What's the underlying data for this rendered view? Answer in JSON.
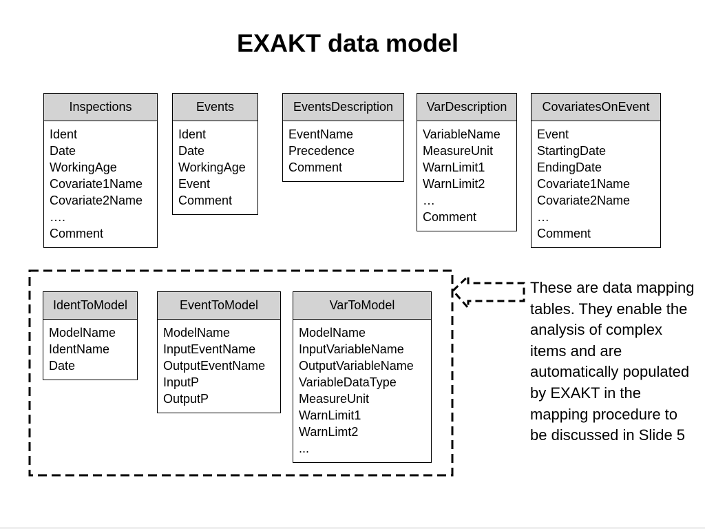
{
  "title": "EXAKT data model",
  "tables": [
    {
      "id": "inspections",
      "name": "Inspections",
      "fields": [
        "Ident",
        "Date",
        "WorkingAge",
        "Covariate1Name",
        "Covariate2Name",
        "….",
        "Comment"
      ]
    },
    {
      "id": "events",
      "name": "Events",
      "fields": [
        "Ident",
        "Date",
        "WorkingAge",
        "Event",
        "Comment"
      ]
    },
    {
      "id": "eventsdescription",
      "name": "EventsDescription",
      "fields": [
        "EventName",
        "Precedence",
        "Comment"
      ]
    },
    {
      "id": "vardescription",
      "name": "VarDescription",
      "fields": [
        "VariableName",
        "MeasureUnit",
        "WarnLimit1",
        "WarnLimit2",
        "…",
        "Comment"
      ]
    },
    {
      "id": "covariatesonevent",
      "name": "CovariatesOnEvent",
      "fields": [
        "Event",
        "StartingDate",
        "EndingDate",
        "Covariate1Name",
        "Covariate2Name",
        "…",
        "Comment"
      ]
    }
  ],
  "mapping_tables": [
    {
      "id": "identtomodel",
      "name": "IdentToModel",
      "fields": [
        "ModelName",
        "IdentName",
        "Date"
      ]
    },
    {
      "id": "eventtomodel",
      "name": "EventToModel",
      "fields": [
        "ModelName",
        "InputEventName",
        "OutputEventName",
        "InputP",
        "OutputP"
      ]
    },
    {
      "id": "vartomodel",
      "name": "VarToModel",
      "fields": [
        "ModelName",
        "InputVariableName",
        "OutputVariableName",
        "VariableDataType",
        "MeasureUnit",
        "WarnLimit1",
        "WarnLimt2",
        "..."
      ]
    }
  ],
  "note": "These are data mapping tables. They enable the analysis of complex items and are automatically populated by EXAKT in the mapping procedure to be discussed in Slide 5",
  "colors": {
    "header_fill": "#d3d3d3",
    "border": "#000000",
    "background": "#ffffff"
  }
}
